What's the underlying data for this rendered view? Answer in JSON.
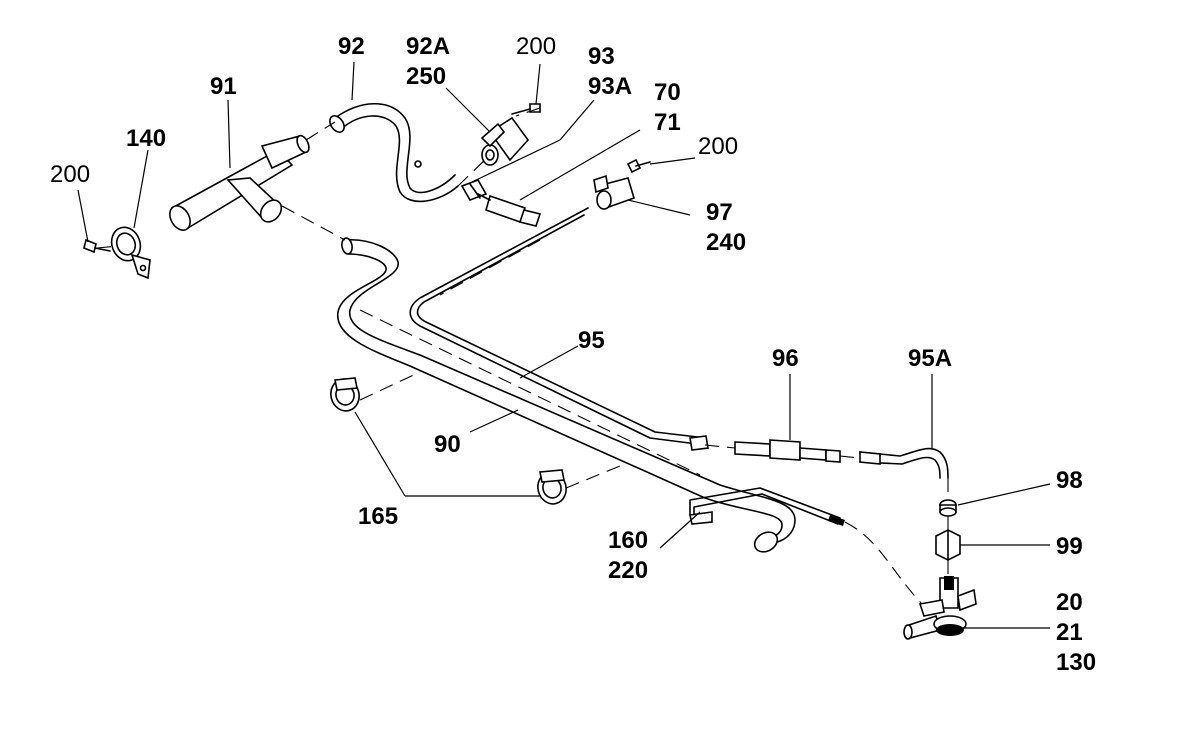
{
  "labels": {
    "l92": "92",
    "l92a": "92A",
    "l250": "250",
    "l200a": "200",
    "l93": "93",
    "l93a": "93A",
    "l70": "70",
    "l71": "71",
    "l91": "91",
    "l140": "140",
    "l200b": "200",
    "l200c": "200",
    "l97": "97",
    "l240": "240",
    "l95": "95",
    "l96": "96",
    "l95a": "95A",
    "l90": "90",
    "l165": "165",
    "l98": "98",
    "l160": "160",
    "l220": "220",
    "l99": "99",
    "l20": "20",
    "l21": "21",
    "l130": "130"
  }
}
